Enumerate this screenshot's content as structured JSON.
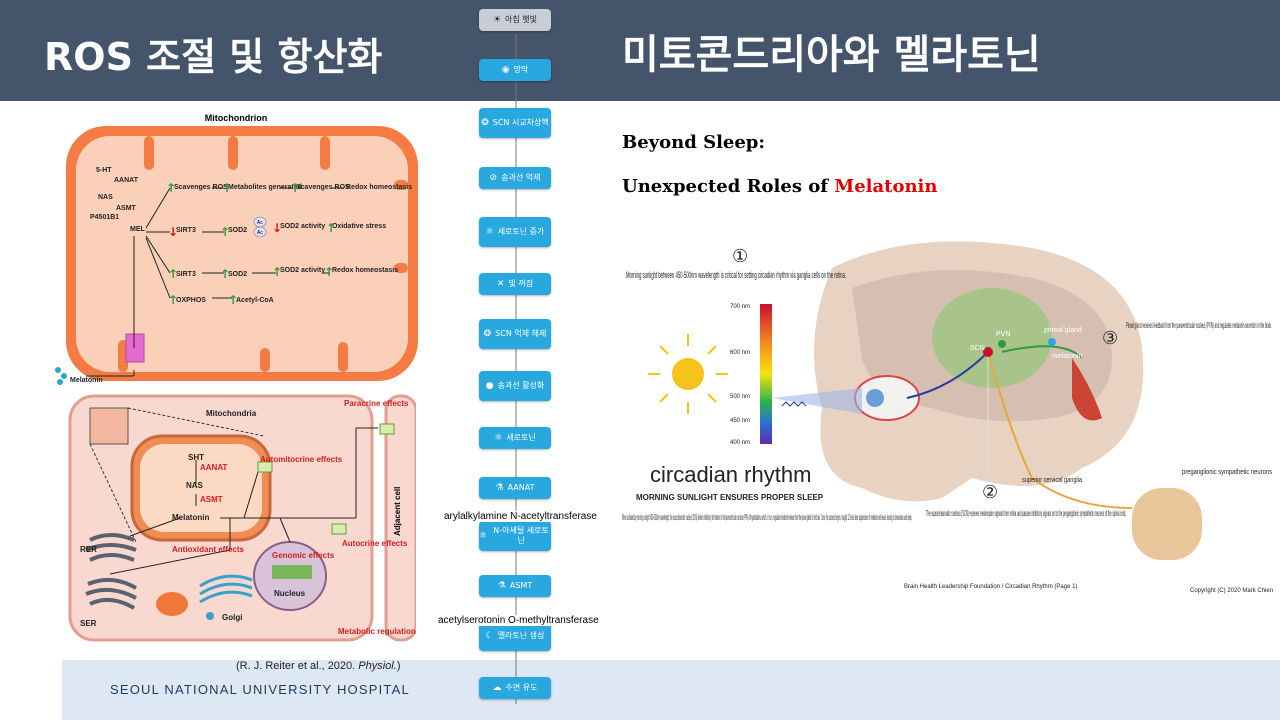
{
  "header": {
    "title_left": "ROS 조절 및 항산화",
    "title_right": "미토콘드리아와 멜라토닌"
  },
  "subtitle": {
    "line1": "Beyond Sleep:",
    "line2_prefix": "Unexpected Roles of ",
    "line2_highlight": "Melatonin"
  },
  "footer": {
    "institution": "SEOUL NATIONAL UNIVERSITY HOSPITAL",
    "citation_prefix": "(R. J. Reiter et al., 2020. ",
    "citation_journal": "Physiol.",
    "citation_suffix": ")"
  },
  "flow": {
    "nodes": [
      {
        "label": "아침 햇빛",
        "icon": "sun-icon"
      },
      {
        "label": "망막",
        "icon": "eye-icon"
      },
      {
        "label": "SCN 시교차상핵",
        "icon": "brain-icon"
      },
      {
        "label": "송과선 억제",
        "icon": "block-icon"
      },
      {
        "label": "세로토닌 증가",
        "icon": "molecule-icon"
      },
      {
        "label": "빛 꺼짐",
        "icon": "lights-off-icon"
      },
      {
        "label": "SCN 억제 해제",
        "icon": "brain-icon"
      },
      {
        "label": "송과선 활성화",
        "icon": "activation-icon"
      },
      {
        "label": "세로토닌",
        "icon": "molecule-icon"
      },
      {
        "label": "AANAT",
        "icon": "enzyme-icon"
      },
      {
        "label": "N-아세틸 세로토닌",
        "icon": "molecule-icon"
      },
      {
        "label": "ASMT",
        "icon": "enzyme-icon"
      },
      {
        "label": "멜라토닌 생성",
        "icon": "moon-icon"
      },
      {
        "label": "수면 유도",
        "icon": "sleep-icon"
      }
    ],
    "enzyme_label_1": "arylalkylamine N-acetyltransferase",
    "enzyme_label_2": "acetylserotonin O-methyltransferase"
  },
  "mito_diagram": {
    "title": "Mitochondrion",
    "melatonin": "Melatonin",
    "labels": {
      "ht": "5-HT",
      "aanat": "AANAT",
      "nas": "NAS",
      "asmt": "ASMT",
      "p450": "P4501B1",
      "mel": "MEL",
      "scavenges_ros": "Scavenges ROS",
      "metabolites": "Metabolites generated",
      "scavenges_ros2": "Scavenges ROS",
      "redox": "Redox homeostasis",
      "sirt3": "SIRT3",
      "sod2": "SOD2",
      "ac": "Ac",
      "sod2_activity": "SOD2 activity",
      "oxidative": "Oxidative stress",
      "redox2": "Redox homeostasis",
      "oxphos": "OXPHOS",
      "acetyl": "Acetyl-CoA"
    }
  },
  "cell_diagram": {
    "mitochondria": "Mitochondria",
    "paracrine": "Paracrine effects",
    "automitocrine": "Automitocrine effects",
    "sht": "SHT",
    "aanat": "AANAT",
    "nas": "NAS",
    "asmt": "ASMT",
    "melatonin": "Melatonin",
    "autocrine": "Autocrine effects",
    "adjacent": "Adjacent cell",
    "rer": "RER",
    "antioxidant": "Antioxidant effects",
    "genomic": "Genomic effects",
    "nucleus": "Nucleus",
    "ser": "SER",
    "golgi": "Golgi",
    "metabolic": "Metabolic regulation"
  },
  "brain_diagram": {
    "step1_num": "①",
    "step1_text": "Morning sunlight between 450-500nm wavelength is critical for setting circadian rhythm via ganglia cells on the retina.",
    "spectrum_labels": [
      "700 nm",
      "600 nm",
      "500 nm",
      "450 nm",
      "400 nm"
    ],
    "pvn": "PVN",
    "scn": "SCN",
    "pineal": "pineal gland",
    "melatonin": "melatonin",
    "step3_num": "③",
    "step3_text": "Pineal gland receives feedback from the paraventricular nucleus (PVN) and regulates melatonin secretion in the brain.",
    "circadian": "circadian rhythm",
    "circadian_sub": "MORNING SUNLIGHT ENSURES PROPER SLEEP",
    "body_text": "When activated by morning sunlight (450-500nm) wavelength, the suprachiasmatic nucleus (SCN) delivers inhibitory information to the paraventricular nucleus (PVN) of hypothalamus which, in turn, regulates melatonin release from the pineal gland in the brain. Once this process begins, roughly 12 hours later suppression of melatonin will cease, leading to drowsiness and sleep.",
    "ganglia": "superior cervical ganglia",
    "step2_num": "②",
    "step2_text": "The suprachiasmatic nucleus (SCN) receives melanopsin signals from retina and passes inhibitory signals on to the preganglionic sympathetic neurons of the spinal cord.",
    "preganglionic": "preganglionic sympathetic neurons",
    "foundation": "Brain Health Leadership Foundation / Circadian Rhythm (Page 1)",
    "copyright": "Copyright (C) 2020 Mark Chien"
  }
}
